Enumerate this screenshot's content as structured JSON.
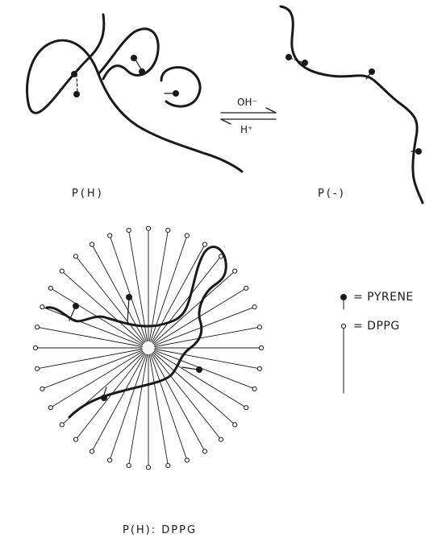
{
  "labels": {
    "state_protonated": "P(H)",
    "state_ionized": "P(-)",
    "complex": "P(H): DPPG"
  },
  "reaction": {
    "forward": "OH⁻",
    "reverse": "H⁺"
  },
  "legend": {
    "pyrene": "= PYRENE",
    "dppg": "= DPPG"
  },
  "colors": {
    "ink": "#1a1a1a",
    "background": "#ffffff"
  },
  "counts": {
    "dppg_molecules_in_micelle": 36
  }
}
